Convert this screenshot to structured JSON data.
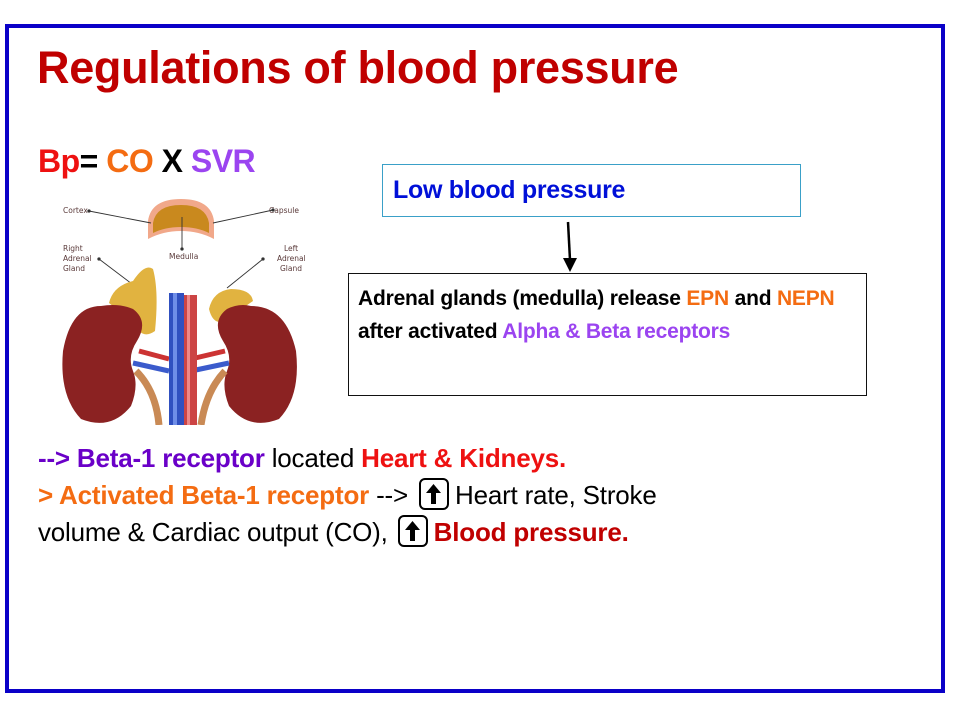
{
  "slide": {
    "title": "Regulations of blood pressure",
    "frame_color": "#0a00c8",
    "formula": {
      "bp": "Bp",
      "equals": "=",
      "co": "CO",
      "times": "X",
      "svr": "SVR"
    },
    "figure": {
      "labels": {
        "cortex": "Cortex",
        "capsule": "Capsule",
        "medulla": "Medulla",
        "right_gland_1": "Right",
        "right_gland_2": "Adrenal",
        "right_gland_3": "Gland",
        "left_gland_1": "Left",
        "left_gland_2": "Adrenal",
        "left_gland_3": "Gland"
      }
    },
    "flow": {
      "trigger": "Low blood pressure",
      "response": {
        "part1": "Adrenal glands (medulla) release ",
        "epn": "EPN",
        "part2": " and ",
        "nepn": "NEPN",
        "part3": " after activated ",
        "receptors": "Alpha & Beta receptors"
      }
    },
    "bullets": {
      "line1": {
        "arrow_receptor": "--> Beta-1 receptor",
        "located": " located ",
        "organs": "Heart & Kidneys."
      },
      "line2": {
        "activated": "> Activated Beta-1 receptor",
        "arrow": " --> ",
        "effects": "Heart rate, Stroke"
      },
      "line3": {
        "effects_cont": "volume & Cardiac output (CO),",
        "result": "Blood pressure."
      },
      "up_icon": "up-arrow-icon"
    },
    "colors": {
      "title": "#c00000",
      "bp": "#ee1111",
      "co": "#f46c12",
      "svr": "#9b44f0",
      "trigger": "#0010d8",
      "beta1": "#6a00c8"
    }
  }
}
